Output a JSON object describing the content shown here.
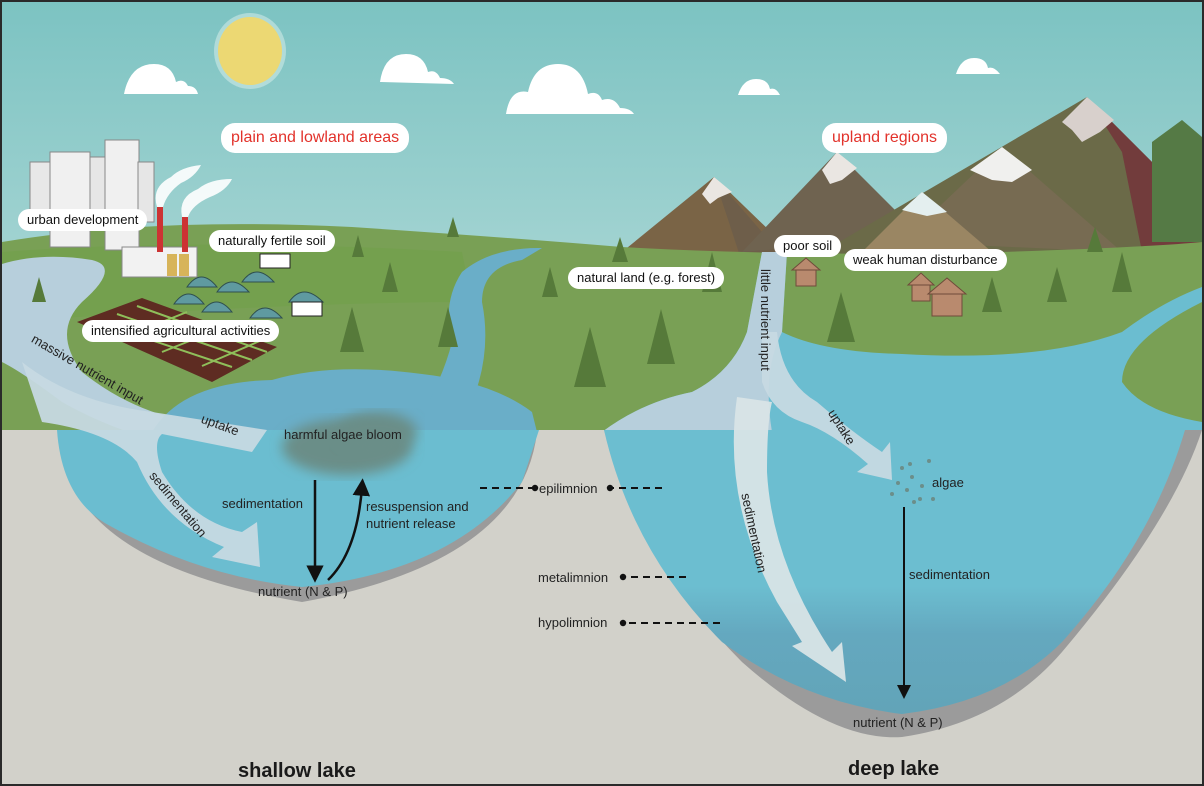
{
  "regions": {
    "left": "plain and lowland areas",
    "right": "upland regions"
  },
  "land_labels": {
    "urban": "urban development",
    "fertile_soil": "naturally fertile soil",
    "agriculture": "intensified agricultural activities",
    "natural_land": "natural land (e.g. forest)",
    "poor_soil": "poor soil",
    "weak_disturbance": "weak human disturbance"
  },
  "shallow_lake": {
    "title": "shallow lake",
    "input_label": "massive nutrient input",
    "uptake_label": "uptake",
    "sedimentation_arrow_label": "sedimentation",
    "bloom_label": "harmful algae bloom",
    "sedimentation_label": "sedimentation",
    "resuspension_label_line1": "resuspension and",
    "resuspension_label_line2": "nutrient release",
    "nutrient_label": "nutrient (N & P)"
  },
  "deep_lake": {
    "title": "deep lake",
    "input_label": "little nutrient input",
    "uptake_label": "uptake",
    "sedimentation_arrow_label": "sedimentation",
    "algae_label": "algae",
    "sedimentation_label": "sedimentation",
    "nutrient_label": "nutrient (N & P)"
  },
  "layers": {
    "epilimnion": "epilimnion",
    "metalimnion": "metalimnion",
    "hypolimnion": "hypolimnion"
  },
  "colors": {
    "sky": "#7dc4c3",
    "grass": "#79a055",
    "water": "#6bbdd0",
    "deep_water": "#64a6bd",
    "ground": "#d2d1ca",
    "sediment": "#9a9a9a",
    "river": "#b7cfdc",
    "region_label": "#e2322b",
    "sun": "#ecd873"
  }
}
